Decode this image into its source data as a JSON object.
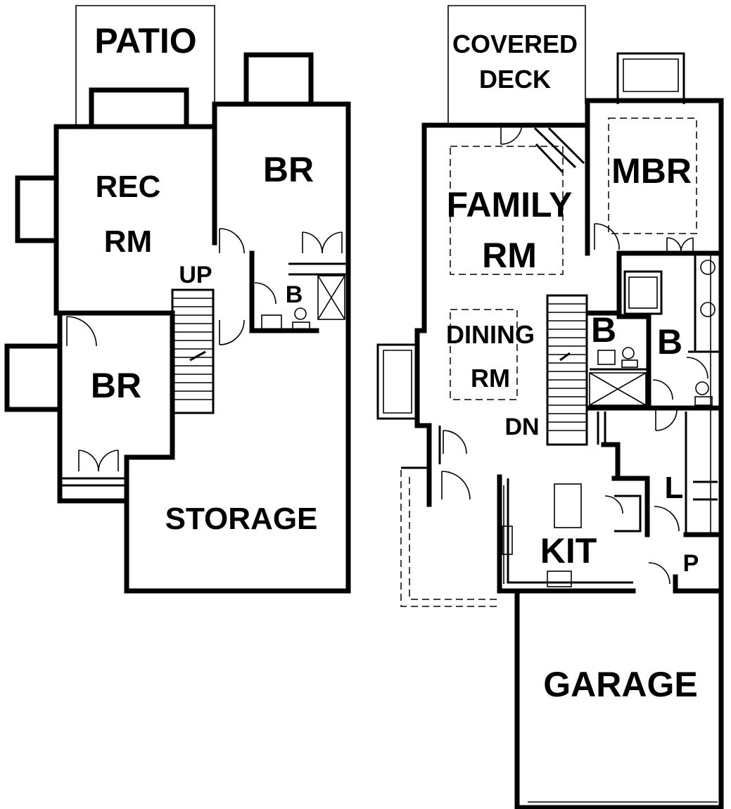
{
  "lower_level": {
    "patio": "PATIO",
    "rec_rm_line1": "REC",
    "rec_rm_line2": "RM",
    "br_top": "BR",
    "br_bottom": "BR",
    "up": "UP",
    "bath": "B",
    "storage": "STORAGE"
  },
  "main_level": {
    "covered_deck_line1": "COVERED",
    "covered_deck_line2": "DECK",
    "mbr": "MBR",
    "family_rm_line1": "FAMILY",
    "family_rm_line2": "RM",
    "dining_rm_line1": "DINING",
    "dining_rm_line2": "RM",
    "bath_left": "B",
    "bath_right": "B",
    "dn": "DN",
    "laundry": "L",
    "kitchen": "KIT",
    "pantry": "P",
    "garage": "GARAGE"
  }
}
